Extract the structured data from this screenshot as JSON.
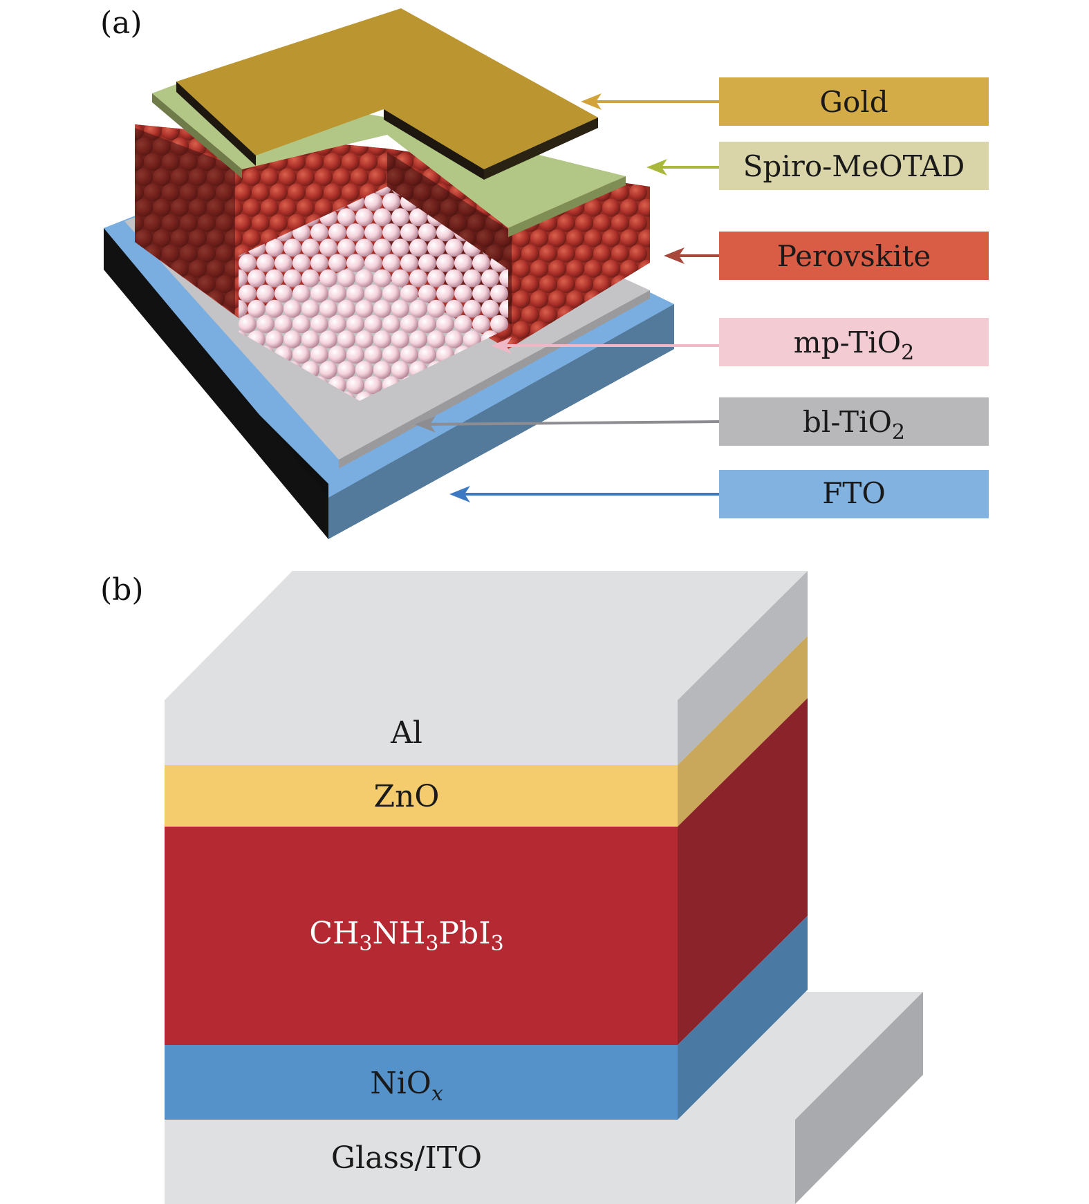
{
  "panel_a": {
    "label": "(a)",
    "legend": [
      {
        "name": "Gold",
        "base": "Gold",
        "sub": "",
        "color": "#d4ac47",
        "arrow": "#d1a33a"
      },
      {
        "name": "Spiro-MeOTAD",
        "base": "Spiro-MeOTAD",
        "sub": "",
        "color": "#d9d5a8",
        "arrow": "#a9b83a"
      },
      {
        "name": "Perovskite",
        "base": "Perovskite",
        "sub": "",
        "color": "#d95c45",
        "arrow": "#a8473c"
      },
      {
        "name": "mp-TiO2",
        "base": "mp-TiO",
        "sub": "2",
        "color": "#f3cbd3",
        "arrow": "#f0b8c6"
      },
      {
        "name": "bl-TiO2",
        "base": "bl-TiO",
        "sub": "2",
        "color": "#b8b8bb",
        "arrow": "#8d8d91"
      },
      {
        "name": "FTO",
        "base": "FTO",
        "sub": "",
        "color": "#82b2e0",
        "arrow": "#3d79c2"
      }
    ]
  },
  "panel_b": {
    "label": "(b)",
    "layers": {
      "al": {
        "text": "Al",
        "color": "#dfe0e2"
      },
      "zno": {
        "text": "ZnO",
        "color": "#f4cc6e"
      },
      "perovskite": {
        "parts": [
          "CH",
          "3",
          "NH",
          "3",
          "PbI",
          "3"
        ],
        "color": "#b52932"
      },
      "niox": {
        "base": "NiO",
        "sub": "x",
        "color": "#5592c9"
      },
      "glass": {
        "text": "Glass/ITO",
        "color": "#dfe0e2"
      }
    }
  }
}
